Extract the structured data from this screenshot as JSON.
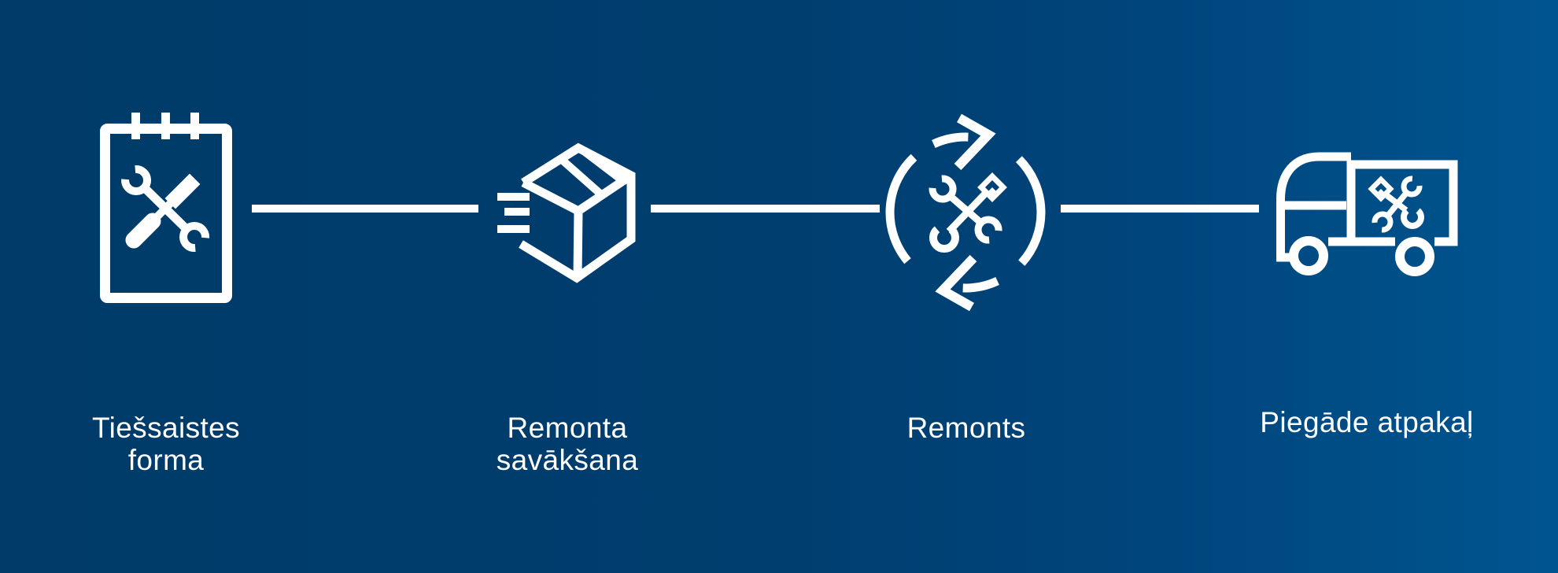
{
  "background": {
    "gradient": [
      "#003B69",
      "#003E6F",
      "#00457C",
      "#005590"
    ]
  },
  "icon_color": "#FFFFFF",
  "text_color": "#FFFFFF",
  "steps": [
    {
      "id": "online-form",
      "icon": "notepad-tools-icon",
      "label": "Tiešsaistes forma",
      "lines": [
        "Tiešsaistes",
        "forma"
      ]
    },
    {
      "id": "repair-collection",
      "icon": "shipping-box-icon",
      "label": "Remonta savākšana",
      "lines": [
        "Remonta",
        "savākšana"
      ]
    },
    {
      "id": "repair",
      "icon": "repair-cycle-icon",
      "label": "Remonts",
      "lines": [
        "Remonts",
        ""
      ]
    },
    {
      "id": "delivery-back",
      "icon": "delivery-truck-icon",
      "label": "Piegāde atpakaļ",
      "lines": [
        "Piegāde atpakaļ",
        ""
      ]
    }
  ]
}
